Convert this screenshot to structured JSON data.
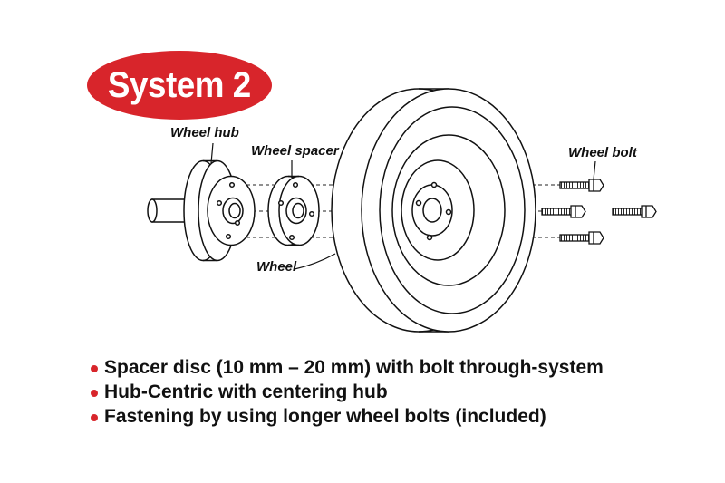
{
  "badge": {
    "title": "System 2"
  },
  "labels": {
    "wheel_hub": "Wheel hub",
    "wheel_spacer": "Wheel spacer",
    "wheel_bolt": "Wheel bolt",
    "wheel": "Wheel"
  },
  "bullets": [
    "Spacer disc (10 mm – 20 mm) with bolt through-system",
    "Hub-Centric with centering hub",
    "Fastening by using longer wheel bolts (included)"
  ],
  "colors": {
    "accent": "#d8252b",
    "ink": "#111111",
    "background": "#ffffff"
  }
}
